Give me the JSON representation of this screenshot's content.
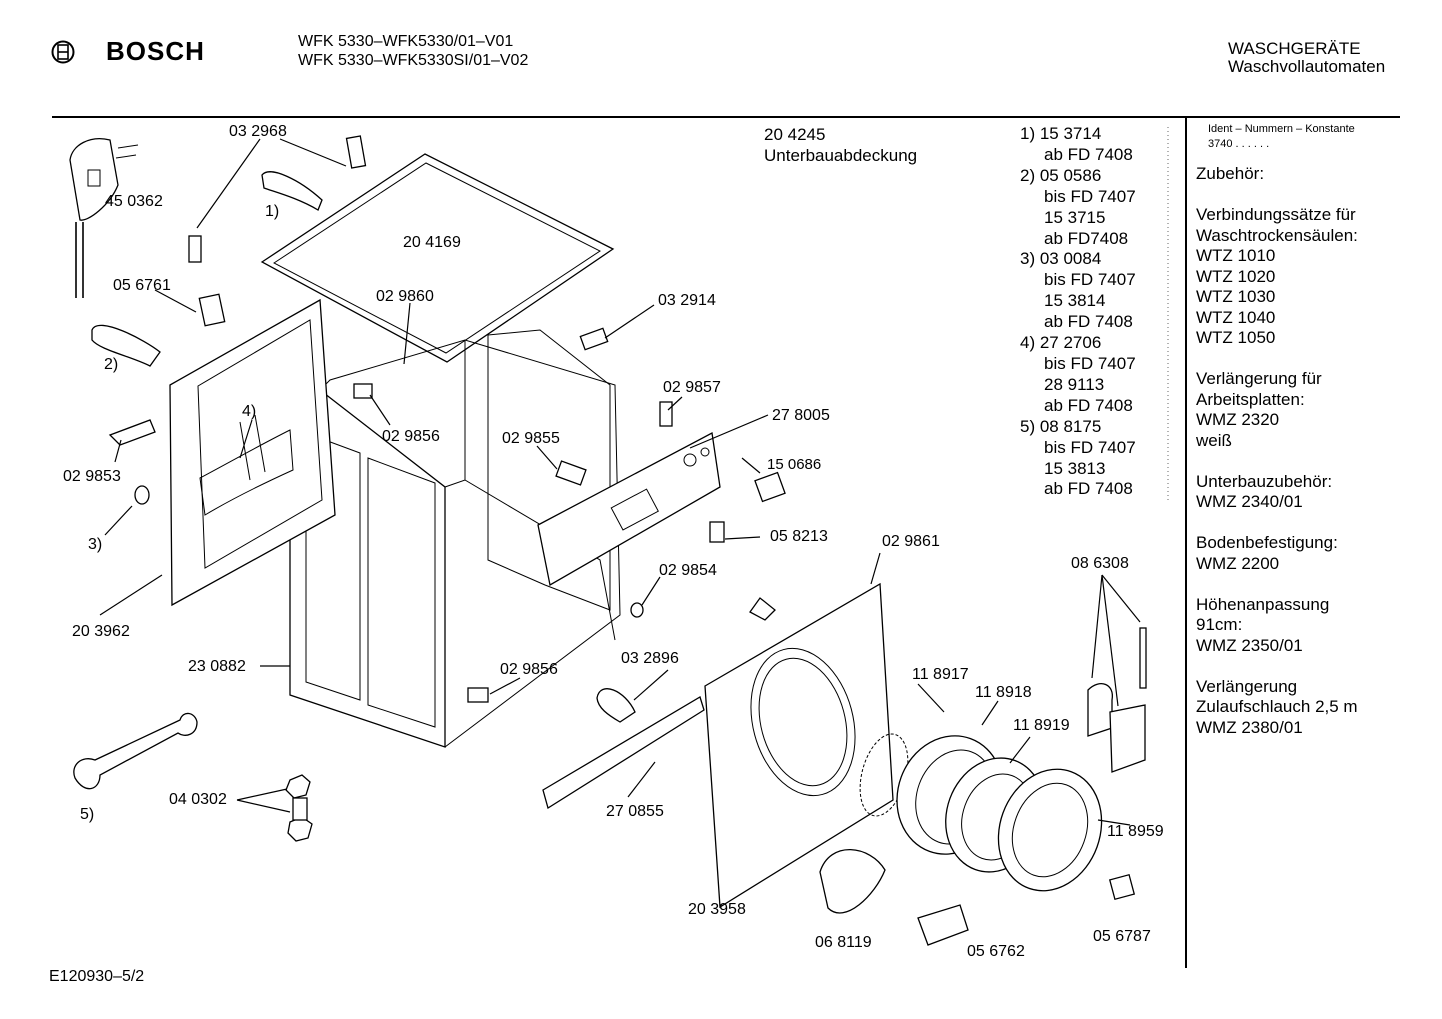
{
  "header": {
    "brand": "BOSCH",
    "model_line_1": "WFK 5330–WFK5330/01–V01",
    "model_line_2": "WFK 5330–WFK5330SI/01–V02",
    "category": "WASCHGERÄTE",
    "subcategory": "Waschvollautomaten"
  },
  "top_part": {
    "number": "20 4245",
    "name": "Unterbauabdeckung"
  },
  "footnotes": [
    "1)  15 3714",
    "ab FD 7408",
    "2)  05 0586",
    "bis FD 7407",
    "15 3715",
    "ab FD7408",
    "3)  03 0084",
    "bis FD 7407",
    "15 3814",
    "ab FD 7408",
    "4)  27 2706",
    "bis FD 7407",
    "28 9113",
    "ab FD 7408",
    "5)  08 8175",
    "bis FD 7407",
    "15 3813",
    "ab FD 7408"
  ],
  "ident": {
    "title": "Ident – Nummern – Konstante",
    "value": "3740  .  .  .  .  .  ."
  },
  "accessories": [
    "Zubehör:",
    "",
    "Verbindungssätze für",
    "Waschtrockensäulen:",
    "WTZ 1010",
    "WTZ 1020",
    "WTZ 1030",
    "WTZ 1040",
    "WTZ 1050",
    "",
    "Verlängerung für",
    "Arbeitsplatten:",
    "WMZ 2320",
    "weiß",
    "",
    "Unterbauzubehör:",
    "WMZ 2340/01",
    "",
    "Bodenbefestigung:",
    "WMZ 2200",
    "",
    "Höhenanpassung",
    "91cm:",
    "WMZ 2350/01",
    "",
    "Verlängerung",
    "Zulaufschlauch 2,5 m",
    "WMZ 2380/01"
  ],
  "part_labels": {
    "p032968": "03 2968",
    "p450362": "45 0362",
    "fn1": "1)",
    "p204169": "20 4169",
    "p056761": "05 6761",
    "p029860": "02 9860",
    "p032914": "03 2914",
    "fn2": "2)",
    "fn4": "4)",
    "p029857": "02 9857",
    "p278005": "27 8005",
    "p029856a": "02 9856",
    "p029855": "02 9855",
    "p029853": "02 9853",
    "p150686": "15 0686",
    "fn3": "3)",
    "p058213": "05 8213",
    "p029861": "02 9861",
    "p086308": "08 6308",
    "p029854": "02 9854",
    "p203962": "20 3962",
    "p230882": "23 0882",
    "p029856b": "02 9856",
    "p032896": "03 2896",
    "p118917": "11 8917",
    "p118918": "11 8918",
    "p118919": "11 8919",
    "p040302": "04 0302",
    "fn5": "5)",
    "p270855": "27 0855",
    "p118959": "11 8959",
    "p203958": "20 3958",
    "p068119": "06 8119",
    "p056762": "05 6762",
    "p056787": "05 6787"
  },
  "footer": {
    "code": "E120930–5/2"
  }
}
